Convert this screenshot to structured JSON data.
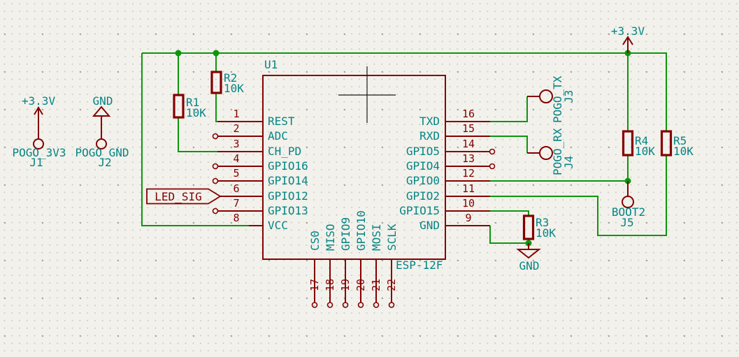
{
  "colors": {
    "wire": "#0C960C",
    "component": "#840000",
    "text_teal": "#058585",
    "background": "#F2F1EB",
    "cursor": "#1A1A1A"
  },
  "ic": {
    "ref": "U1",
    "value": "ESP-12F",
    "left_pins": [
      {
        "num": "1",
        "name": "REST"
      },
      {
        "num": "2",
        "name": "ADC"
      },
      {
        "num": "3",
        "name": "CH_PD"
      },
      {
        "num": "4",
        "name": "GPIO16"
      },
      {
        "num": "5",
        "name": "GPIO14"
      },
      {
        "num": "6",
        "name": "GPIO12"
      },
      {
        "num": "7",
        "name": "GPIO13"
      },
      {
        "num": "8",
        "name": "VCC"
      }
    ],
    "right_pins": [
      {
        "num": "16",
        "name": "TXD"
      },
      {
        "num": "15",
        "name": "RXD"
      },
      {
        "num": "14",
        "name": "GPIO5"
      },
      {
        "num": "13",
        "name": "GPIO4"
      },
      {
        "num": "12",
        "name": "GPIO0"
      },
      {
        "num": "11",
        "name": "GPIO2"
      },
      {
        "num": "10",
        "name": "GPIO15"
      },
      {
        "num": "9",
        "name": "GND"
      }
    ],
    "bottom_pins": [
      {
        "num": "17",
        "name": "CS0"
      },
      {
        "num": "18",
        "name": "MISO"
      },
      {
        "num": "19",
        "name": "GPIO9"
      },
      {
        "num": "20",
        "name": "GPIO10"
      },
      {
        "num": "21",
        "name": "MOSI"
      },
      {
        "num": "22",
        "name": "SCLK"
      }
    ]
  },
  "resistors": [
    {
      "ref": "R1",
      "value": "10K"
    },
    {
      "ref": "R2",
      "value": "10K"
    },
    {
      "ref": "R3",
      "value": "10K"
    },
    {
      "ref": "R4",
      "value": "10K"
    },
    {
      "ref": "R5",
      "value": "10K"
    }
  ],
  "connectors": {
    "j1": {
      "ref": "J1",
      "name": "POGO_3V3",
      "power": "+3.3V"
    },
    "j2": {
      "ref": "J2",
      "name": "POGO_GND",
      "power": "GND"
    },
    "j3": {
      "ref": "J3",
      "name": "POGO_TX"
    },
    "j4": {
      "ref": "J4",
      "name": "POGO_RX"
    },
    "j5": {
      "ref": "J5",
      "name": "BOOT2"
    }
  },
  "power": {
    "v33_right": "+3.3V",
    "gnd_bottom": "GND"
  },
  "net_label": "LED_SIG"
}
